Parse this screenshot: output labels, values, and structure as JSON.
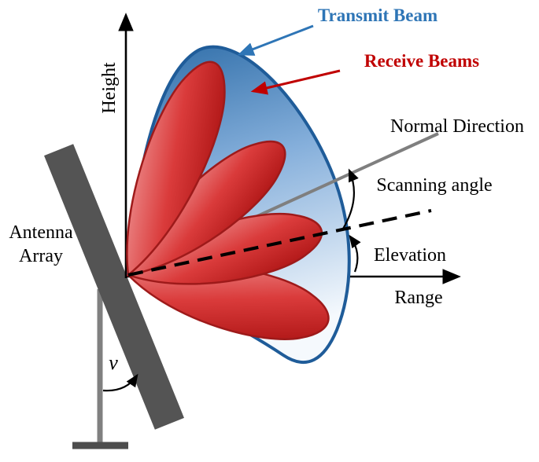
{
  "labels": {
    "transmit_beam": "Transmit Beam",
    "receive_beams": "Receive Beams",
    "normal_direction": "Normal Direction",
    "scanning_angle": "Scanning angle",
    "elevation": "Elevation",
    "range": "Range",
    "height": "Height",
    "antenna_line1": "Antenna",
    "antenna_line2": "Array",
    "tilt_angle_symbol": "ν"
  },
  "colors": {
    "transmit_label": "#2E75B6",
    "receive_label": "#C00000",
    "transmit_outline": "#1F5C99",
    "transmit_fill_top": "#2E6DA8",
    "transmit_fill_mid": "#85AFDB",
    "transmit_fill_bottom": "#F5F9FD",
    "receive_outline": "#9E1A1A",
    "receive_fill_light": "#F2A3A3",
    "receive_fill_mid": "#DA3B3B",
    "receive_fill_dark": "#AE1515",
    "antenna_fill": "#545454",
    "post_gray": "#808080",
    "normal_line_gray": "#7F7F7F",
    "axis_black": "#000000"
  }
}
